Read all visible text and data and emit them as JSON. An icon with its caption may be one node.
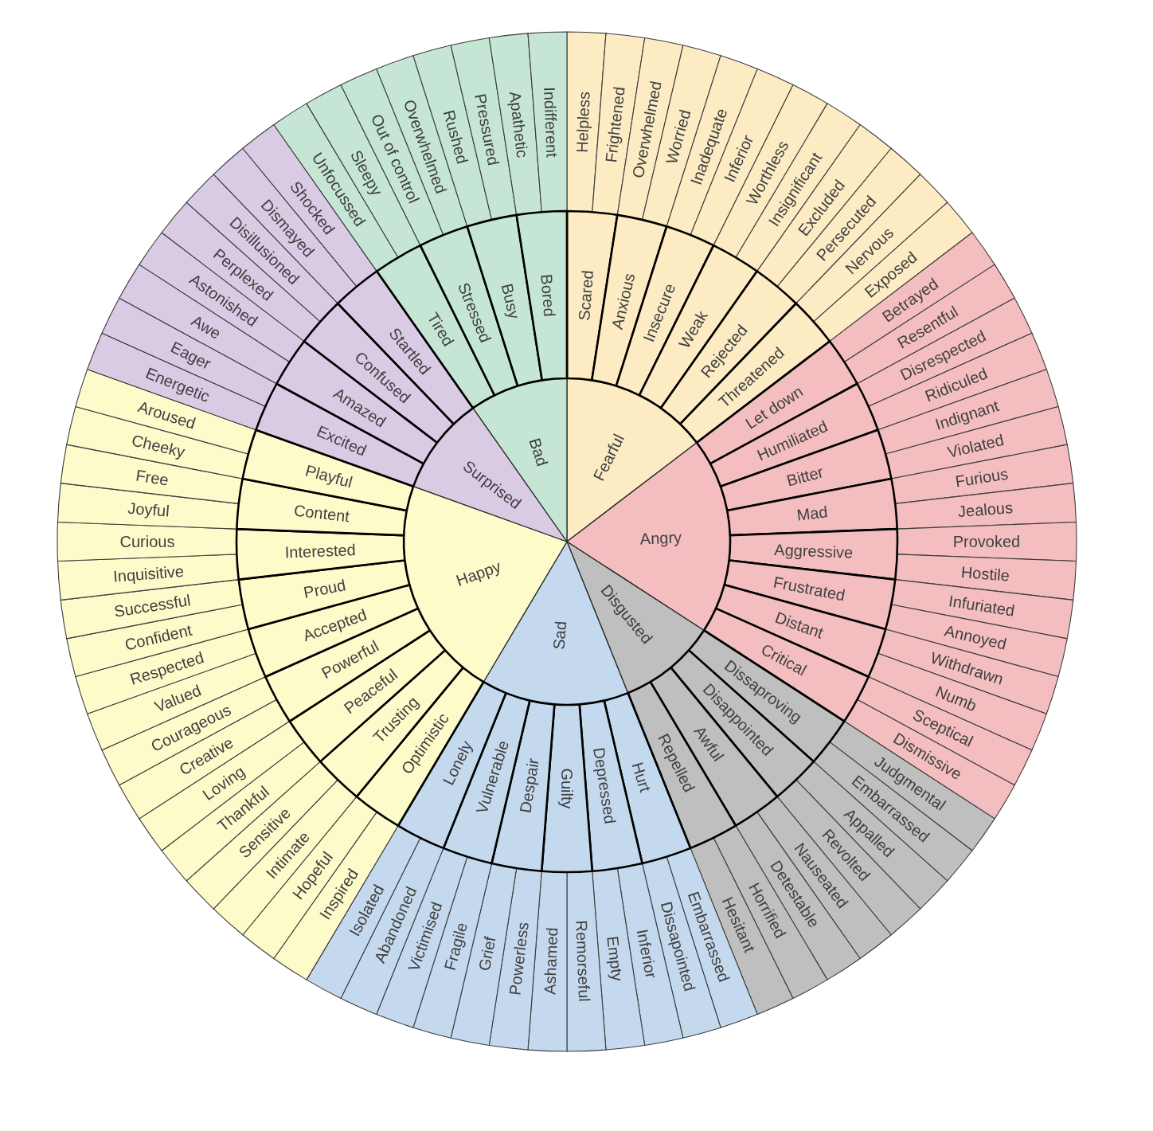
{
  "diagram": {
    "nodes": [
      {
        "text": [
          "Fearful"
        ]
      },
      {
        "text": [
          "Angry"
        ]
      },
      {
        "text": [
          "Disgusted"
        ]
      },
      {
        "text": [
          "Sad"
        ]
      },
      {
        "text": [
          "Happy"
        ]
      },
      {
        "text": [
          "Surprised"
        ]
      },
      {
        "text": [
          "Bad"
        ]
      },
      {
        "text": [
          "Scared"
        ]
      },
      {
        "text": [
          "Anxious"
        ]
      },
      {
        "text": [
          "Insecure"
        ]
      },
      {
        "text": [
          "Weak"
        ]
      },
      {
        "text": [
          "Rejected"
        ]
      },
      {
        "text": [
          "Threatened"
        ]
      },
      {
        "text": [
          "Let down"
        ]
      },
      {
        "text": [
          "Humiliated"
        ]
      },
      {
        "text": [
          "Bitter"
        ]
      },
      {
        "text": [
          "Mad"
        ]
      },
      {
        "text": [
          "Aggressive"
        ]
      },
      {
        "text": [
          "Frustrated"
        ]
      },
      {
        "text": [
          "Distant"
        ]
      },
      {
        "text": [
          "Critical"
        ]
      },
      {
        "text": [
          "Dissaproving"
        ]
      },
      {
        "text": [
          "Disappointed"
        ]
      },
      {
        "text": [
          "Awful"
        ]
      },
      {
        "text": [
          "Repelled"
        ]
      },
      {
        "text": [
          "Hurt"
        ]
      },
      {
        "text": [
          "Depressed"
        ]
      },
      {
        "text": [
          "Guilty"
        ]
      },
      {
        "text": [
          "Despair"
        ]
      },
      {
        "text": [
          "Vulnerable"
        ]
      },
      {
        "text": [
          "Lonely"
        ]
      },
      {
        "text": [
          "Optimistic"
        ]
      },
      {
        "text": [
          "Trusting"
        ]
      },
      {
        "text": [
          "Peaceful"
        ]
      },
      {
        "text": [
          "Powerful"
        ]
      },
      {
        "text": [
          "Accepted"
        ]
      },
      {
        "text": [
          "Proud"
        ]
      },
      {
        "text": [
          "Interested"
        ]
      },
      {
        "text": [
          "Content"
        ]
      },
      {
        "text": [
          "Playful"
        ]
      },
      {
        "text": [
          "Excited"
        ]
      },
      {
        "text": [
          "Amazed"
        ]
      },
      {
        "text": [
          "Confused"
        ]
      },
      {
        "text": [
          "Startled"
        ]
      },
      {
        "text": [
          "Tired"
        ]
      },
      {
        "text": [
          "Stressed"
        ]
      },
      {
        "text": [
          "Busy"
        ]
      },
      {
        "text": [
          "Bored"
        ]
      },
      {
        "text": [
          "Helpless"
        ]
      },
      {
        "text": [
          "Frightened"
        ]
      },
      {
        "text": [
          "Overwhelmed"
        ]
      },
      {
        "text": [
          "Worried"
        ]
      },
      {
        "text": [
          "Inadequate"
        ]
      },
      {
        "text": [
          "Inferior"
        ]
      },
      {
        "text": [
          "Worthless"
        ]
      },
      {
        "text": [
          "Insignificant"
        ]
      },
      {
        "text": [
          "Excluded"
        ]
      },
      {
        "text": [
          "Persecuted"
        ]
      },
      {
        "text": [
          "Nervous"
        ]
      },
      {
        "text": [
          "Exposed"
        ]
      },
      {
        "text": [
          "Betrayed"
        ]
      },
      {
        "text": [
          "Resentful"
        ]
      },
      {
        "text": [
          "Disrespected"
        ]
      },
      {
        "text": [
          "Ridiculed"
        ]
      },
      {
        "text": [
          "Indignant"
        ]
      },
      {
        "text": [
          "Violated"
        ]
      },
      {
        "text": [
          "Furious"
        ]
      },
      {
        "text": [
          "Jealous"
        ]
      },
      {
        "text": [
          "Provoked"
        ]
      },
      {
        "text": [
          "Hostile"
        ]
      },
      {
        "text": [
          "Infuriated"
        ]
      },
      {
        "text": [
          "Annoyed"
        ]
      },
      {
        "text": [
          "Withdrawn"
        ]
      },
      {
        "text": [
          "Numb"
        ]
      },
      {
        "text": [
          "Sceptical"
        ]
      },
      {
        "text": [
          "Dismissive"
        ]
      },
      {
        "text": [
          "Judgmental"
        ]
      },
      {
        "text": [
          "Embarrassed"
        ]
      },
      {
        "text": [
          "Appalled"
        ]
      },
      {
        "text": [
          "Revolted"
        ]
      },
      {
        "text": [
          "Nauseated"
        ]
      },
      {
        "text": [
          "Detestable"
        ]
      },
      {
        "text": [
          "Horrified"
        ]
      },
      {
        "text": [
          "Hesitant"
        ]
      },
      {
        "text": [
          "Embarrassed"
        ]
      },
      {
        "text": [
          "Dissapointed"
        ]
      },
      {
        "text": [
          "Inferior"
        ]
      },
      {
        "text": [
          "Empty"
        ]
      },
      {
        "text": [
          "Remorseful"
        ]
      },
      {
        "text": [
          "Ashamed"
        ]
      },
      {
        "text": [
          "Powerless"
        ]
      },
      {
        "text": [
          "Grief"
        ]
      },
      {
        "text": [
          "Fragile"
        ]
      },
      {
        "text": [
          "Victimised"
        ]
      },
      {
        "text": [
          "Abandoned"
        ]
      },
      {
        "text": [
          "Isolated"
        ]
      },
      {
        "text": [
          "Inspired"
        ]
      },
      {
        "text": [
          "Hopeful"
        ]
      },
      {
        "text": [
          "Intimate"
        ]
      },
      {
        "text": [
          "Sensitive"
        ]
      },
      {
        "text": [
          "Thankful"
        ]
      },
      {
        "text": [
          "Loving"
        ]
      },
      {
        "text": [
          "Creative"
        ]
      },
      {
        "text": [
          "Courageous"
        ]
      },
      {
        "text": [
          "Valued"
        ]
      },
      {
        "text": [
          "Respected"
        ]
      },
      {
        "text": [
          "Confident"
        ]
      },
      {
        "text": [
          "Successful"
        ]
      },
      {
        "text": [
          "Inquisitive"
        ]
      },
      {
        "text": [
          "Curious"
        ]
      },
      {
        "text": [
          "Joyful"
        ]
      },
      {
        "text": [
          "Free"
        ]
      },
      {
        "text": [
          "Cheeky"
        ]
      },
      {
        "text": [
          "Aroused"
        ]
      },
      {
        "text": [
          "Energetic"
        ]
      },
      {
        "text": [
          "Eager"
        ]
      },
      {
        "text": [
          "Awe"
        ]
      },
      {
        "text": [
          "Astonished"
        ]
      },
      {
        "text": [
          "Perplexed"
        ]
      },
      {
        "text": [
          "Disillusioned"
        ]
      },
      {
        "text": [
          "Dismayed"
        ]
      },
      {
        "text": [
          "Shocked"
        ]
      },
      {
        "text": [
          "Unfocussed"
        ]
      },
      {
        "text": [
          "Sleepy"
        ]
      },
      {
        "text": [
          "Out of control"
        ]
      },
      {
        "text": [
          "Overwhelmed"
        ]
      },
      {
        "text": [
          "Rushed"
        ]
      },
      {
        "text": [
          "Pressured"
        ]
      },
      {
        "text": [
          "Apathetic"
        ]
      },
      {
        "text": [
          "Indifferent"
        ]
      }
    ]
  }
}
